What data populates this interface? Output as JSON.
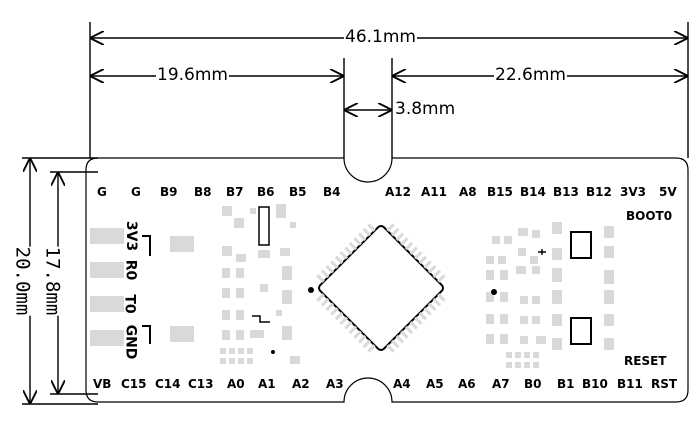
{
  "dimensions": {
    "total_width": "46.1mm",
    "left_section": "19.6mm",
    "right_section": "22.6mm",
    "notch_gap": "3.8mm",
    "inner_height": "17.8mm",
    "outer_height": "20.0mm"
  },
  "top_pins": [
    "G",
    "G",
    "B9",
    "B8",
    "B7",
    "B6",
    "B5",
    "B4",
    "A12",
    "A11",
    "A8",
    "B15",
    "B14",
    "B13",
    "B12",
    "3V3",
    "5V"
  ],
  "bottom_pins": [
    "VB",
    "C15",
    "C14",
    "C13",
    "A0",
    "A1",
    "A2",
    "A3",
    "A4",
    "A5",
    "A6",
    "A7",
    "B0",
    "B1",
    "B10",
    "B11",
    "RST"
  ],
  "side_pins": [
    "3V3",
    "R0",
    "T0",
    "GND"
  ],
  "buttons": {
    "boot": "BOOT0",
    "reset": "RESET"
  },
  "colors": {
    "outline": "#000000",
    "pads": "#d9d9d9",
    "background": "#ffffff"
  }
}
